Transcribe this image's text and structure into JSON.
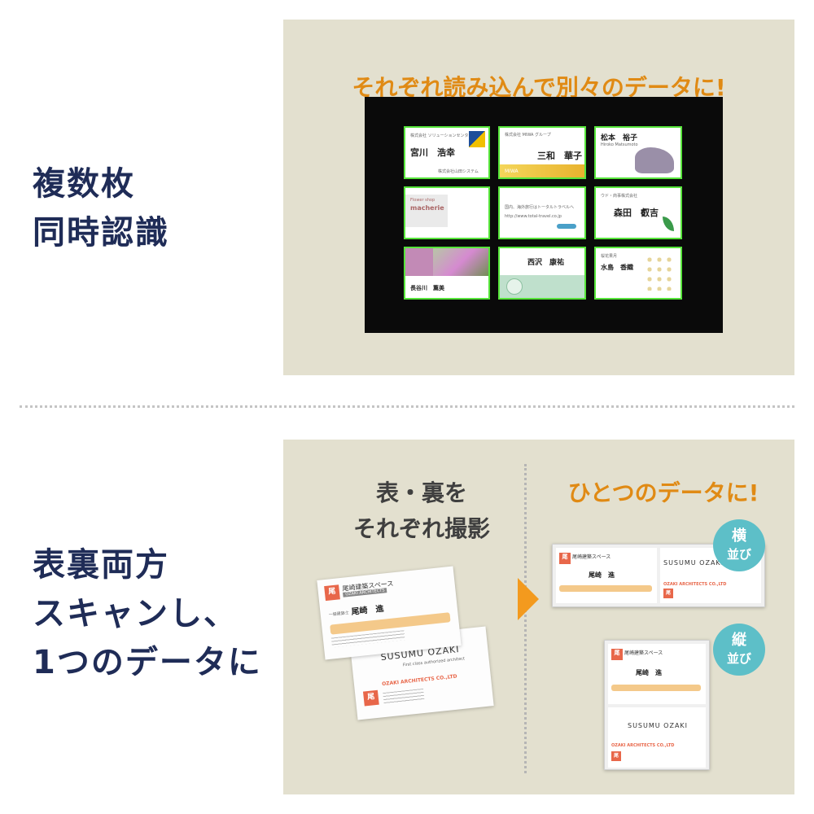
{
  "section1": {
    "heading_line1": "複数枚",
    "heading_line2": "同時認識",
    "caption": "それぞれ読み込んで別々のデータに!",
    "cards": [
      {
        "company": "株式会社 ソリューションセンター代表",
        "name": "宮川　浩幸",
        "sub": "株式会社山田システム"
      },
      {
        "company": "株式会社 MIWA グループ",
        "name": "三和　華子",
        "sub": "MIWA"
      },
      {
        "company": "",
        "name": "松本　裕子",
        "sub": "Hiroko Matsumoto"
      },
      {
        "company": "Flower shop",
        "name": "macherie",
        "sub": ""
      },
      {
        "company": "国内、海外旅行はトータルトラベルへ",
        "name": "",
        "sub": "http://www.total-travel.co.jp"
      },
      {
        "company": "ウド・商事株式会社",
        "name": "森田　叡吉",
        "sub": ""
      },
      {
        "company": "",
        "name": "長谷川　薫美",
        "sub": ""
      },
      {
        "company": "",
        "name": "西沢　康祐",
        "sub": ""
      },
      {
        "company": "桜花果月",
        "name": "水島　香織",
        "sub": ""
      }
    ]
  },
  "section2": {
    "heading_line1": "表裏両方",
    "heading_line2": "スキャンし、",
    "heading_line3": "1つのデータに",
    "left_caption_line1": "表・裏を",
    "left_caption_line2": "それぞれ撮影",
    "right_caption": "ひとつのデータに!",
    "badge_horizontal_line1": "横",
    "badge_horizontal_line2": "並び",
    "badge_vertical_line1": "縦",
    "badge_vertical_line2": "並び",
    "card_front": {
      "company": "尾崎建築スペース",
      "company_en": "OZAKI ARCHITECTS",
      "title": "一級建築士",
      "name": "尾崎　進"
    },
    "card_back": {
      "name_en": "SUSUMU OZAKI",
      "title_en": "First class authorized architect",
      "company_en": "OZAKI ARCHITECTS CO.,LTD"
    }
  }
}
